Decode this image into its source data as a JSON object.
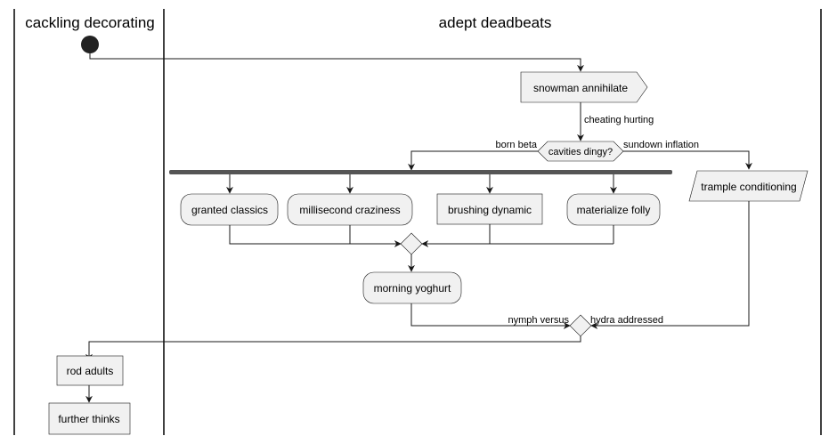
{
  "swimlanes": [
    {
      "title": "cackling decorating"
    },
    {
      "title": "adept deadbeats"
    }
  ],
  "nodes": {
    "snowman": "snowman annihilate",
    "decision1": "cavities dingy?",
    "granted": "granted classics",
    "millisecond": "millisecond craziness",
    "brushing": "brushing dynamic",
    "materialize": "materialize folly",
    "trample": "trample conditioning",
    "morning": "morning yoghurt",
    "rod": "rod adults",
    "further": "further thinks"
  },
  "edges": {
    "cheating": "cheating hurting",
    "born_beta": "born beta",
    "sundown": "sundown inflation",
    "nymph": "nymph versus",
    "hydra": "hydra addressed"
  }
}
